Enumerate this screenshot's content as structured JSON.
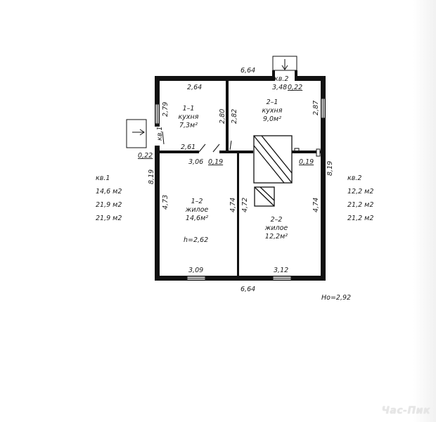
{
  "dims": {
    "top_width": "6,64",
    "bottom_width": "6,64",
    "room_1_1_width": "2,64",
    "room_1_1_height": "2,79",
    "room_1_1_height_inner": "2,80",
    "room_2_1_height_inner": "2,82",
    "room_2_1_width": "3,48",
    "room_2_1_height": "2,87",
    "door_kv2_wall": "0,22",
    "door_kv1_wall": "0,22",
    "corridor_width": "2,61",
    "room_1_2_width": "3,06",
    "partition_left": "0,19",
    "partition_right": "0,19",
    "left_total_height": "8,19",
    "right_total_height": "8,19",
    "room_1_2_height": "4,73",
    "room_1_2_height_right": "4,74",
    "room_2_2_height_left": "4,72",
    "room_2_2_height": "4,74",
    "room_1_2_bottom": "3,09",
    "room_2_2_bottom": "3,12"
  },
  "rooms": {
    "r11": {
      "num": "1–1",
      "name": "кухня",
      "area": "7,3м²"
    },
    "r21": {
      "num": "2–1",
      "name": "кухня",
      "area": "9,0м²"
    },
    "r12": {
      "num": "1–2",
      "name": "жилое",
      "area": "14,6м²"
    },
    "r22": {
      "num": "2–2",
      "name": "жилое",
      "area": "12,2м²"
    }
  },
  "ceiling_height": "h=2,62",
  "total_height": "Hо=2,92",
  "entrances": {
    "kv1": "кв.1",
    "kv2": "кв.2"
  },
  "apartments": {
    "kv1": {
      "title": "кв.1",
      "lines": [
        "14,6  м2",
        "21,9  м2",
        "21,9  м2"
      ]
    },
    "kv2": {
      "title": "кв.2",
      "lines": [
        "12,2  м2",
        "21,2  м2",
        "21,2  м2"
      ]
    }
  },
  "watermark": "Час-Пик"
}
